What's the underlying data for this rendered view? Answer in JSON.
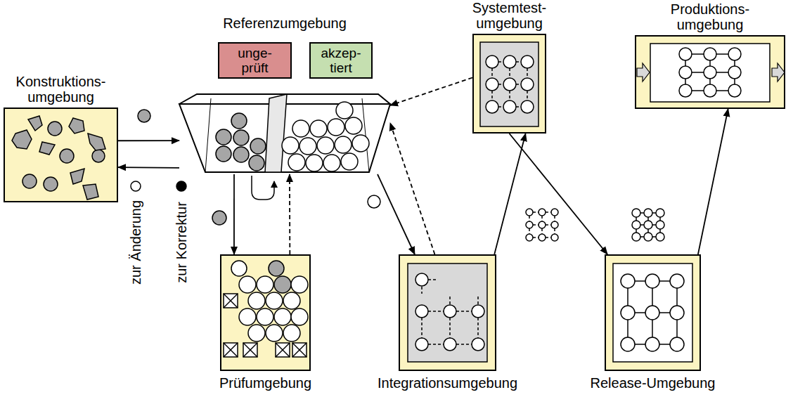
{
  "diagram": {
    "nodes": [
      {
        "text": [
          "Konstruktions- umgebung"
        ]
      },
      {
        "text": [
          "Referenzumgebung"
        ]
      },
      {
        "text": [
          "unge- prüft"
        ],
        "in": 1
      },
      {
        "text": [
          "akzep- tiert"
        ],
        "in": 1
      },
      {
        "text": [
          "Systemtest- umgebung"
        ]
      },
      {
        "text": [
          "Produktions- umgebung"
        ]
      },
      {
        "text": [
          "Prüfumgebung"
        ]
      },
      {
        "text": [
          "Integrationsumgebung"
        ]
      },
      {
        "text": [
          "Release-Umgebung"
        ]
      }
    ],
    "edges": [
      {
        "from": 0,
        "to": 1,
        "arrow": "to"
      },
      {
        "from": 1,
        "to": 0,
        "arrow": "to"
      },
      {
        "from": 1,
        "to": 6,
        "arrow": "to"
      },
      {
        "from": 6,
        "to": 1,
        "arrow": "to"
      },
      {
        "from": 1,
        "to": 7,
        "arrow": "to"
      },
      {
        "from": 7,
        "to": 1,
        "arrow": "to"
      },
      {
        "from": 7,
        "to": 4,
        "arrow": "to"
      },
      {
        "from": 4,
        "to": 1,
        "arrow": "to"
      },
      {
        "from": 4,
        "to": 8,
        "arrow": "to"
      },
      {
        "from": 8,
        "to": 5,
        "arrow": "to"
      }
    ],
    "labels": [
      "zur Änderung",
      "zur Korrektur"
    ]
  }
}
